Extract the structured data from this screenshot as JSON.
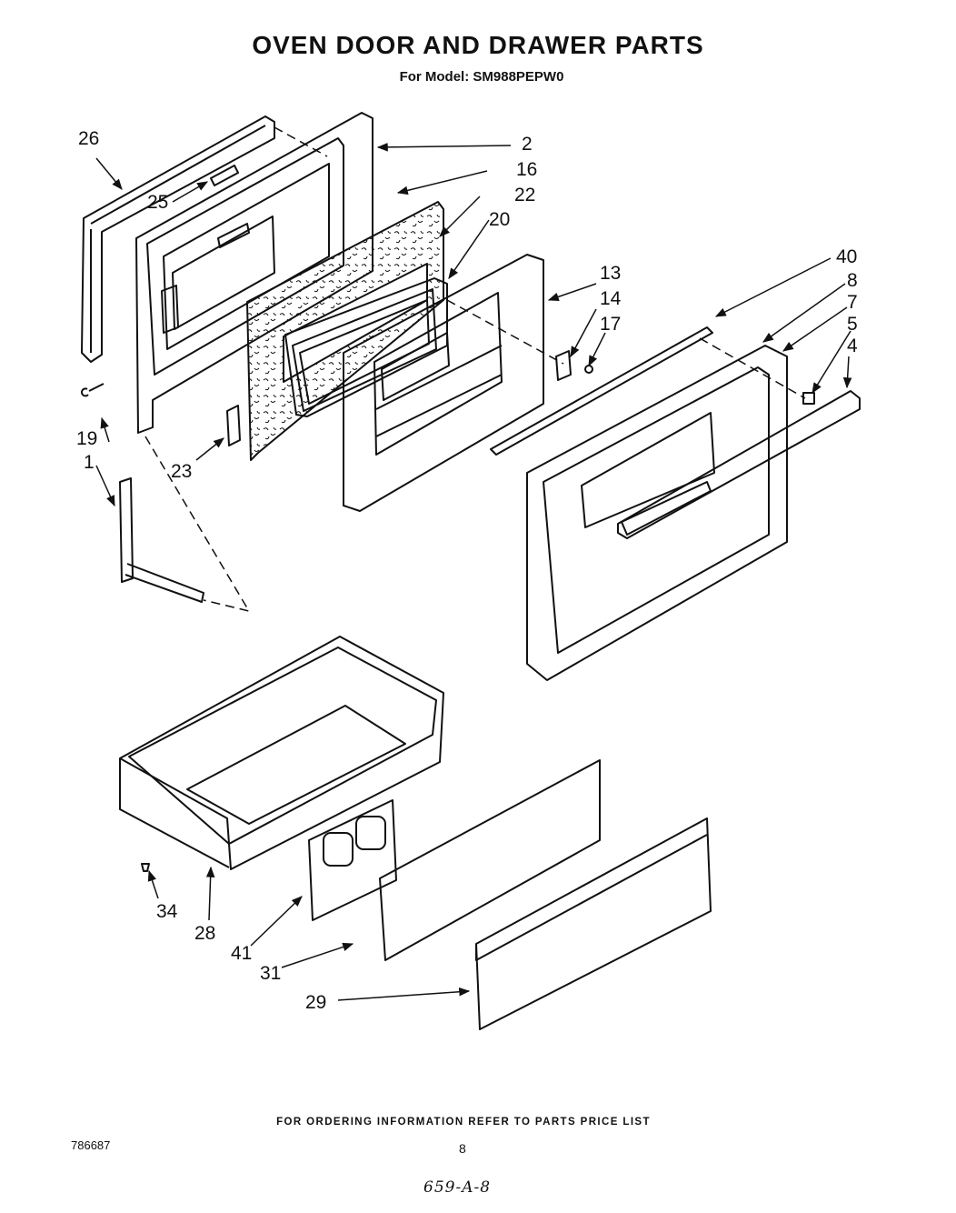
{
  "header": {
    "title": "OVEN DOOR AND DRAWER PARTS",
    "model_line": "For Model: SM988PEPW0"
  },
  "callouts": {
    "c26": "26",
    "c25": "25",
    "c2": "2",
    "c16": "16",
    "c22": "22",
    "c20": "20",
    "c13": "13",
    "c14": "14",
    "c17": "17",
    "c40": "40",
    "c8": "8",
    "c7": "7",
    "c5": "5",
    "c4": "4",
    "c19": "19",
    "c1": "1",
    "c23": "23",
    "c34": "34",
    "c28": "28",
    "c41": "41",
    "c31": "31",
    "c29": "29"
  },
  "footer": {
    "ordering_note": "FOR ORDERING INFORMATION REFER TO PARTS PRICE LIST",
    "doc_number": "786687",
    "page_number": "8",
    "handwritten_note": "659-A-8"
  }
}
